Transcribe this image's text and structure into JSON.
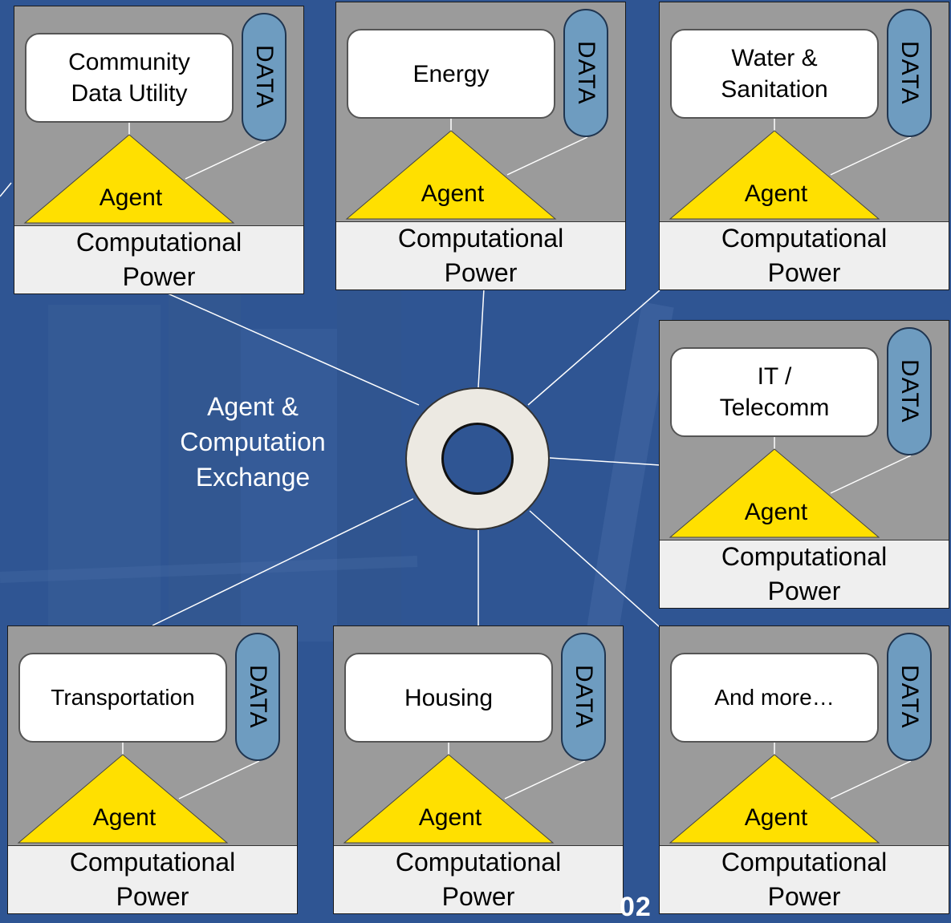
{
  "exchange": {
    "label": "Agent &\nComputation\nExchange"
  },
  "nodes": [
    {
      "id": "community-data-utility",
      "label": "Community\nData Utility",
      "data": "DATA",
      "agent": "Agent",
      "power": "Computational\nPower"
    },
    {
      "id": "energy",
      "label": "Energy",
      "data": "DATA",
      "agent": "Agent",
      "power": "Computational\nPower"
    },
    {
      "id": "water-sanitation",
      "label": "Water &\nSanitation",
      "data": "DATA",
      "agent": "Agent",
      "power": "Computational\nPower"
    },
    {
      "id": "it-telecomm",
      "label": "IT /\nTelecomm",
      "data": "DATA",
      "agent": "Agent",
      "power": "Computational\nPower"
    },
    {
      "id": "transportation",
      "label": "Transportation",
      "data": "DATA",
      "agent": "Agent",
      "power": "Computational\nPower"
    },
    {
      "id": "housing",
      "label": "Housing",
      "data": "DATA",
      "agent": "Agent",
      "power": "Computational\nPower"
    },
    {
      "id": "and-more",
      "label": "And more…",
      "data": "DATA",
      "agent": "Agent",
      "power": "Computational\nPower"
    }
  ],
  "footer": {
    "fragment": "02"
  },
  "colors": {
    "background": "#2f5593",
    "box": "#9b9b9b",
    "data_pill": "#6e9cc0",
    "agent_triangle": "#ffe000",
    "power_band": "#efefef",
    "ring": "#ece9e2"
  }
}
